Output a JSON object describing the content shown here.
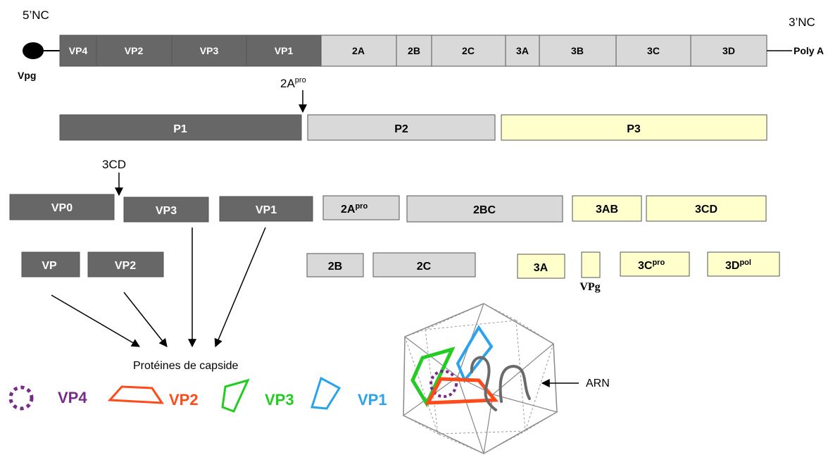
{
  "colors": {
    "dark": "#676767",
    "light": "#d9d9d9",
    "yellow": "#ffffcc",
    "vp4": "#7a2a8a",
    "vp2": "#ff4a1a",
    "vp3": "#22cc22",
    "vp1": "#2aa3ee",
    "rna": "#6a6a6a"
  },
  "genome": {
    "left_end": "5’NC",
    "right_end": "3’NC",
    "vpg_label": "Vpg",
    "polya_label": "Poly A",
    "segments": [
      "VP4",
      "VP2",
      "VP3",
      "VP1",
      "2A",
      "2B",
      "2C",
      "3A",
      "3B",
      "3C",
      "3D"
    ]
  },
  "cleavage": {
    "protease_2a_base": "2A",
    "protease_2a_sup": "pro",
    "protease_3cd": "3CD"
  },
  "polyproteins": [
    "P1",
    "P2",
    "P3"
  ],
  "intermediates": {
    "vp0": "VP0",
    "vp3": "VP3",
    "vp1": "VP1",
    "twoA_base": "2A",
    "twoA_sup": "pro",
    "twoBC": "2BC",
    "threeAB": "3AB",
    "threeCD": "3CD"
  },
  "mature": {
    "vp": "VP",
    "vp2": "VP2",
    "twoB": "2B",
    "twoC": "2C",
    "threeA": "3A",
    "vpg": "VPg",
    "threeC_base": "3C",
    "threeC_sup": "pro",
    "threeD_base": "3D",
    "threeD_sup": "pol"
  },
  "capsid": {
    "title": "Protéines de capside",
    "legend": [
      "VP4",
      "VP2",
      "VP3",
      "VP1"
    ],
    "rna_label": "ARN"
  }
}
